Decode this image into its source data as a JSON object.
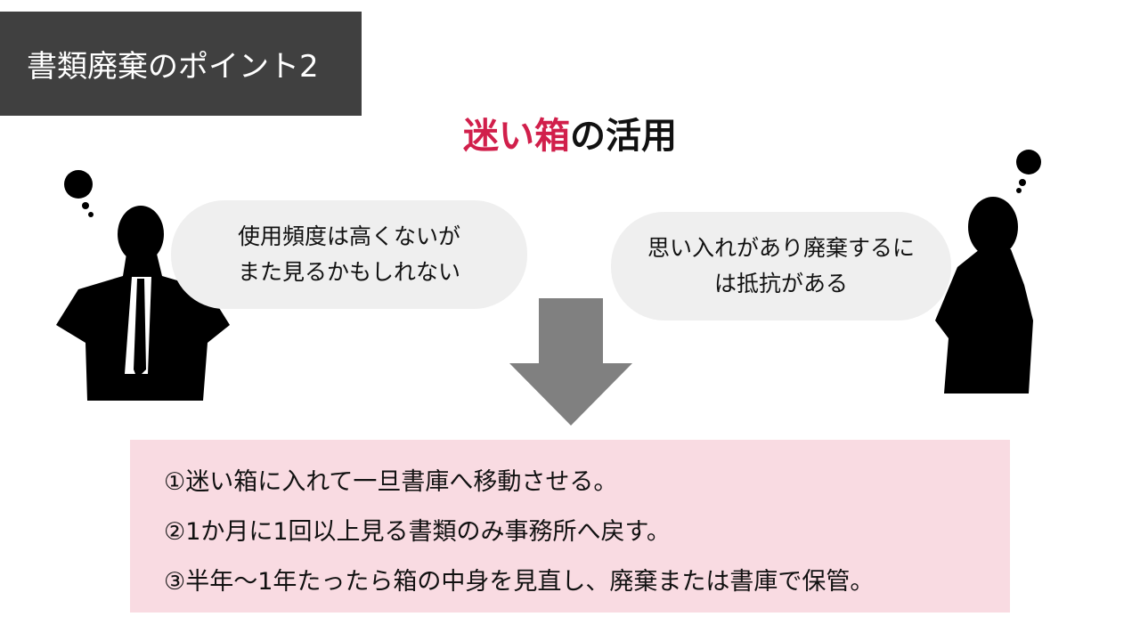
{
  "slide": {
    "title": "書類廃棄のポイント2",
    "subtitle_highlight": "迷い箱",
    "subtitle_rest": "の活用",
    "bubble_left": [
      "使用頻度は高くないが",
      "また見るかもしれない"
    ],
    "bubble_right": [
      "思い入れがあり廃棄するに",
      "は抵抗がある"
    ],
    "steps": [
      "①迷い箱に入れて一旦書庫へ移動させる。",
      "②1か月に1回以上見る書類のみ事務所へ戻す。",
      "③半年～1年たったら箱の中身を見直し、廃棄または書庫で保管。"
    ],
    "colors": {
      "accent": "#d11f4b",
      "title_bg": "#404040",
      "steps_bg": "#f9dbe2",
      "arrow": "#808080"
    }
  }
}
